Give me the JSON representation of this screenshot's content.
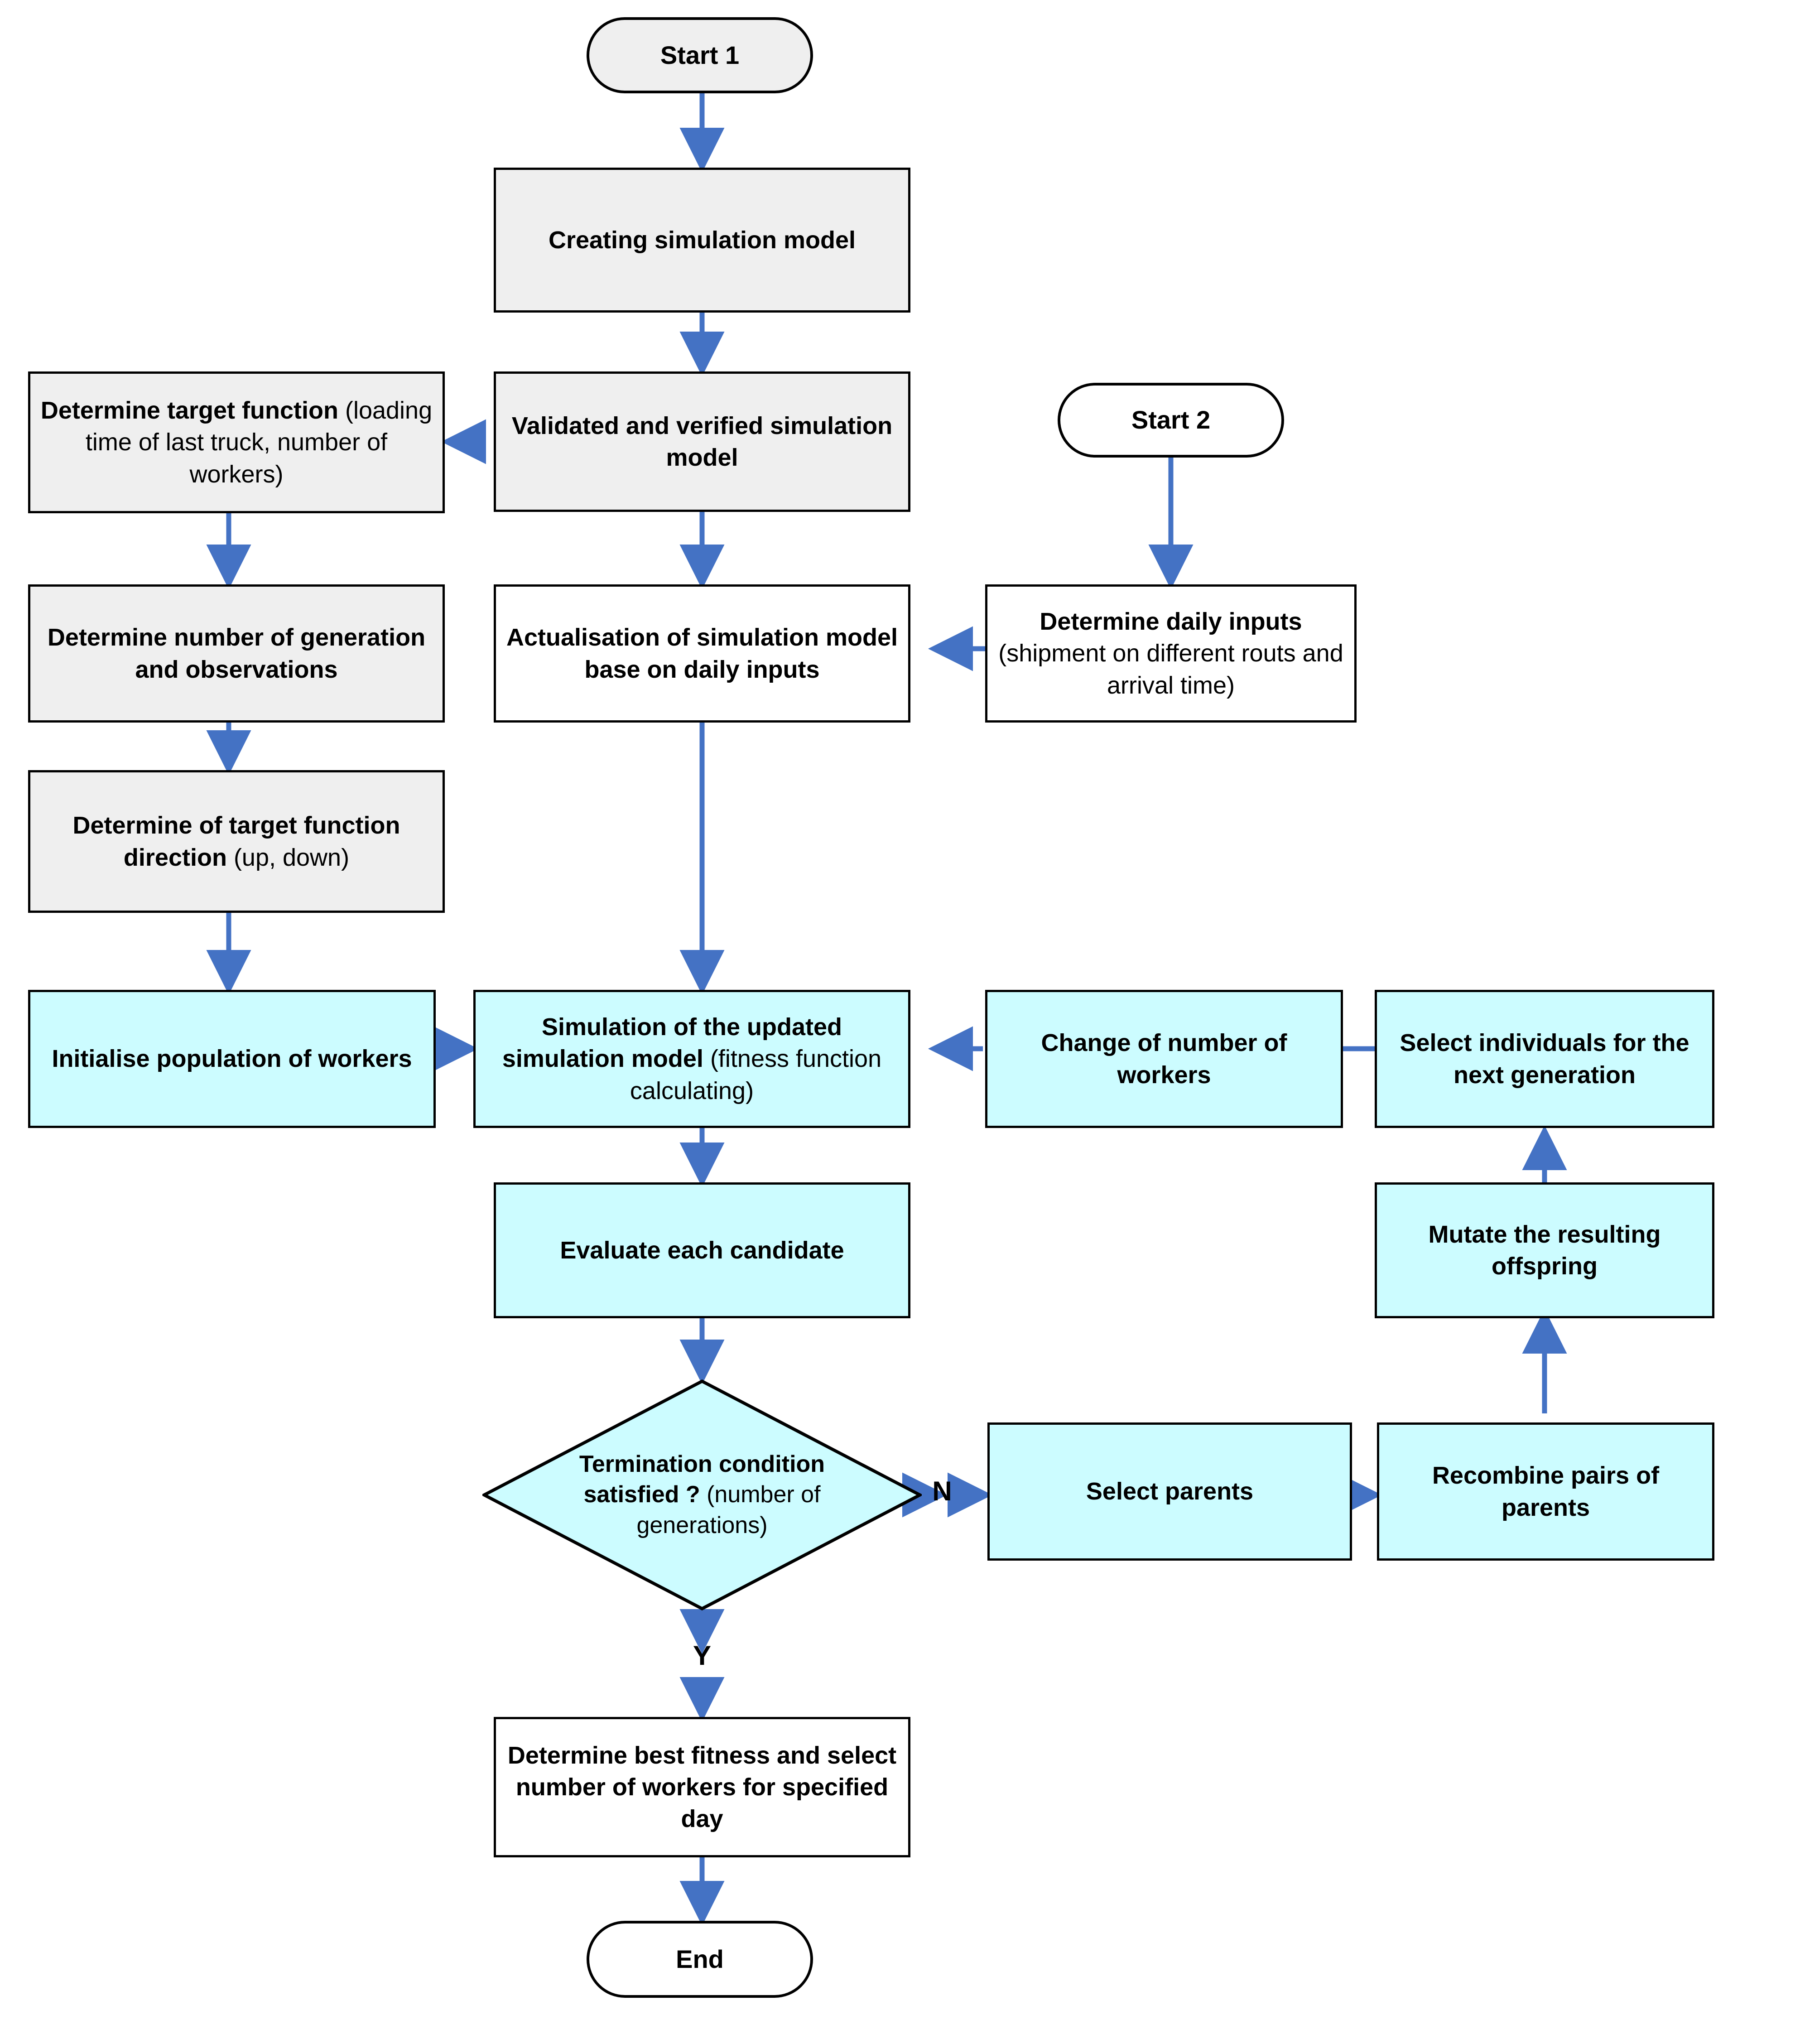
{
  "diagram": {
    "title": "Simulation-optimisation flowchart (genetic algorithm for worker allocation)",
    "colors": {
      "arrow": "#4472c4",
      "node_border": "#000000",
      "fill_gray": "#efefef",
      "fill_white": "#ffffff",
      "fill_cyan": "#ccfcff",
      "text": "#000000",
      "background": "#ffffff"
    },
    "nodes": {
      "start1": {
        "label": "Start 1",
        "shape": "stadium",
        "fill": "gray"
      },
      "start2": {
        "label": "Start 2",
        "shape": "stadium",
        "fill": "white"
      },
      "creating_model": {
        "label": "Creating simulation model",
        "shape": "rect",
        "fill": "gray"
      },
      "validated_model": {
        "label_bold": "Validated and verified simulation model",
        "shape": "rect",
        "fill": "gray"
      },
      "target_function": {
        "label_bold": "Determine target function",
        "label_regular": "(loading time of last truck, number of workers)",
        "shape": "rect",
        "fill": "gray"
      },
      "generation_observations": {
        "label_bold": "Determine number of generation and observations",
        "shape": "rect",
        "fill": "gray"
      },
      "direction": {
        "label_bold": "Determine of target function direction ",
        "label_regular": "(up, down)",
        "shape": "rect",
        "fill": "gray"
      },
      "daily_inputs": {
        "label_bold": "Determine daily inputs",
        "label_regular": "(shipment on different routs and arrival time)",
        "shape": "rect",
        "fill": "white"
      },
      "actualisation": {
        "label_bold": "Actualisation of simulation model base on daily inputs",
        "shape": "rect",
        "fill": "white"
      },
      "init_population": {
        "label_bold": "Initialise population of workers",
        "shape": "rect",
        "fill": "cyan"
      },
      "simulation_updated": {
        "label_bold": "Simulation of the updated simulation model ",
        "label_regular": "(fitness function calculating)",
        "shape": "rect",
        "fill": "cyan"
      },
      "change_workers": {
        "label_bold": "Change of number of workers",
        "shape": "rect",
        "fill": "cyan"
      },
      "select_individuals": {
        "label_bold": "Select individuals for the next generation",
        "shape": "rect",
        "fill": "cyan"
      },
      "evaluate_candidate": {
        "label_bold": "Evaluate each candidate",
        "shape": "rect",
        "fill": "cyan"
      },
      "mutate_offspring": {
        "label_bold": "Mutate the resulting offspring",
        "shape": "rect",
        "fill": "cyan"
      },
      "termination": {
        "label_bold": "Termination condition satisfied ?",
        "label_regular": "(number of generations)",
        "shape": "diamond",
        "fill": "cyan"
      },
      "select_parents": {
        "label_bold": "Select parents",
        "shape": "rect",
        "fill": "cyan"
      },
      "recombine_parents": {
        "label_bold": "Recombine pairs of parents",
        "shape": "rect",
        "fill": "cyan"
      },
      "best_fitness": {
        "label_bold": "Determine best fitness and select number of workers for specified day",
        "shape": "rect",
        "fill": "white"
      },
      "end": {
        "label": "End",
        "shape": "stadium",
        "fill": "white"
      }
    },
    "edge_labels": {
      "no": "N",
      "yes": "Y"
    },
    "edges": [
      {
        "from": "start1",
        "to": "creating_model",
        "label": ""
      },
      {
        "from": "creating_model",
        "to": "validated_model",
        "label": ""
      },
      {
        "from": "validated_model",
        "to": "target_function",
        "label": ""
      },
      {
        "from": "validated_model",
        "to": "actualisation",
        "label": ""
      },
      {
        "from": "target_function",
        "to": "generation_observations",
        "label": ""
      },
      {
        "from": "generation_observations",
        "to": "direction",
        "label": ""
      },
      {
        "from": "direction",
        "to": "init_population",
        "label": ""
      },
      {
        "from": "start2",
        "to": "daily_inputs",
        "label": ""
      },
      {
        "from": "daily_inputs",
        "to": "actualisation",
        "label": ""
      },
      {
        "from": "actualisation",
        "to": "simulation_updated",
        "label": ""
      },
      {
        "from": "init_population",
        "to": "simulation_updated",
        "label": ""
      },
      {
        "from": "change_workers",
        "to": "simulation_updated",
        "label": ""
      },
      {
        "from": "select_individuals",
        "to": "change_workers",
        "label": ""
      },
      {
        "from": "simulation_updated",
        "to": "evaluate_candidate",
        "label": ""
      },
      {
        "from": "evaluate_candidate",
        "to": "termination",
        "label": ""
      },
      {
        "from": "termination",
        "to": "select_parents",
        "label": "N"
      },
      {
        "from": "select_parents",
        "to": "recombine_parents",
        "label": ""
      },
      {
        "from": "recombine_parents",
        "to": "mutate_offspring",
        "label": ""
      },
      {
        "from": "mutate_offspring",
        "to": "select_individuals",
        "label": ""
      },
      {
        "from": "termination",
        "to": "best_fitness",
        "label": "Y"
      },
      {
        "from": "best_fitness",
        "to": "end",
        "label": ""
      }
    ]
  }
}
